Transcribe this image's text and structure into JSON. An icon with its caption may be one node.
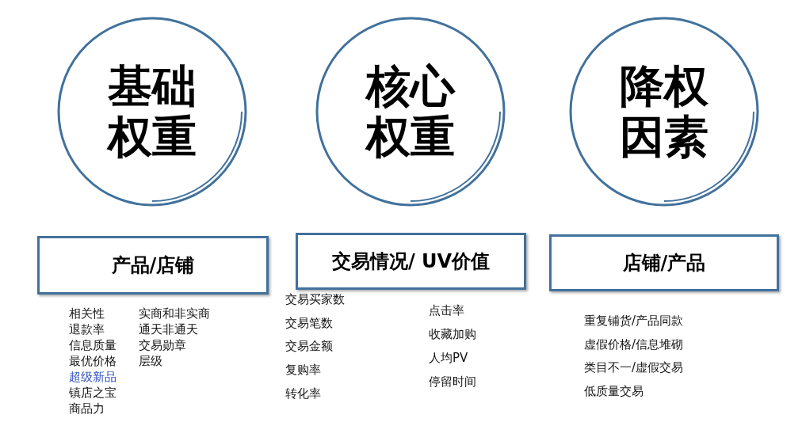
{
  "diagram": {
    "nodes": [
      {
        "text": [
          "基础权重"
        ]
      },
      {
        "text": [
          "核心权重"
        ]
      },
      {
        "text": [
          "降权因素"
        ]
      },
      {
        "text": [
          "产品/店铺"
        ]
      },
      {
        "text": [
          "交易情况/ UV价值"
        ]
      },
      {
        "text": [
          "店铺/产品"
        ]
      }
    ],
    "labels": [
      "相关性",
      "退款率",
      "信息质量",
      "最优价格",
      "超级新品",
      "镇店之宝",
      "商品力",
      "实商和非实商",
      "通天非通天",
      "交易勋章",
      "层级",
      "交易买家数",
      "交易笔数",
      "交易金额",
      "复购率",
      "转化率",
      "点击率",
      "收藏加购",
      "人均PV",
      "停留时间",
      "重复铺货/产品同款",
      "虚假价格/信息堆砌",
      "类目不一/虚假交易",
      "低质量交易"
    ]
  }
}
